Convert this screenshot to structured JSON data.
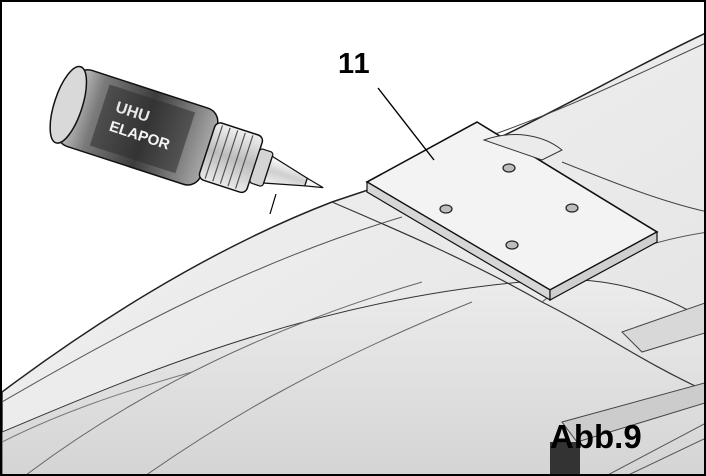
{
  "figure": {
    "part_number": "11",
    "figure_label": "Abb.9",
    "adhesive_bottle": {
      "brand_text": "UHU",
      "product_text": "ELAPOR"
    }
  }
}
